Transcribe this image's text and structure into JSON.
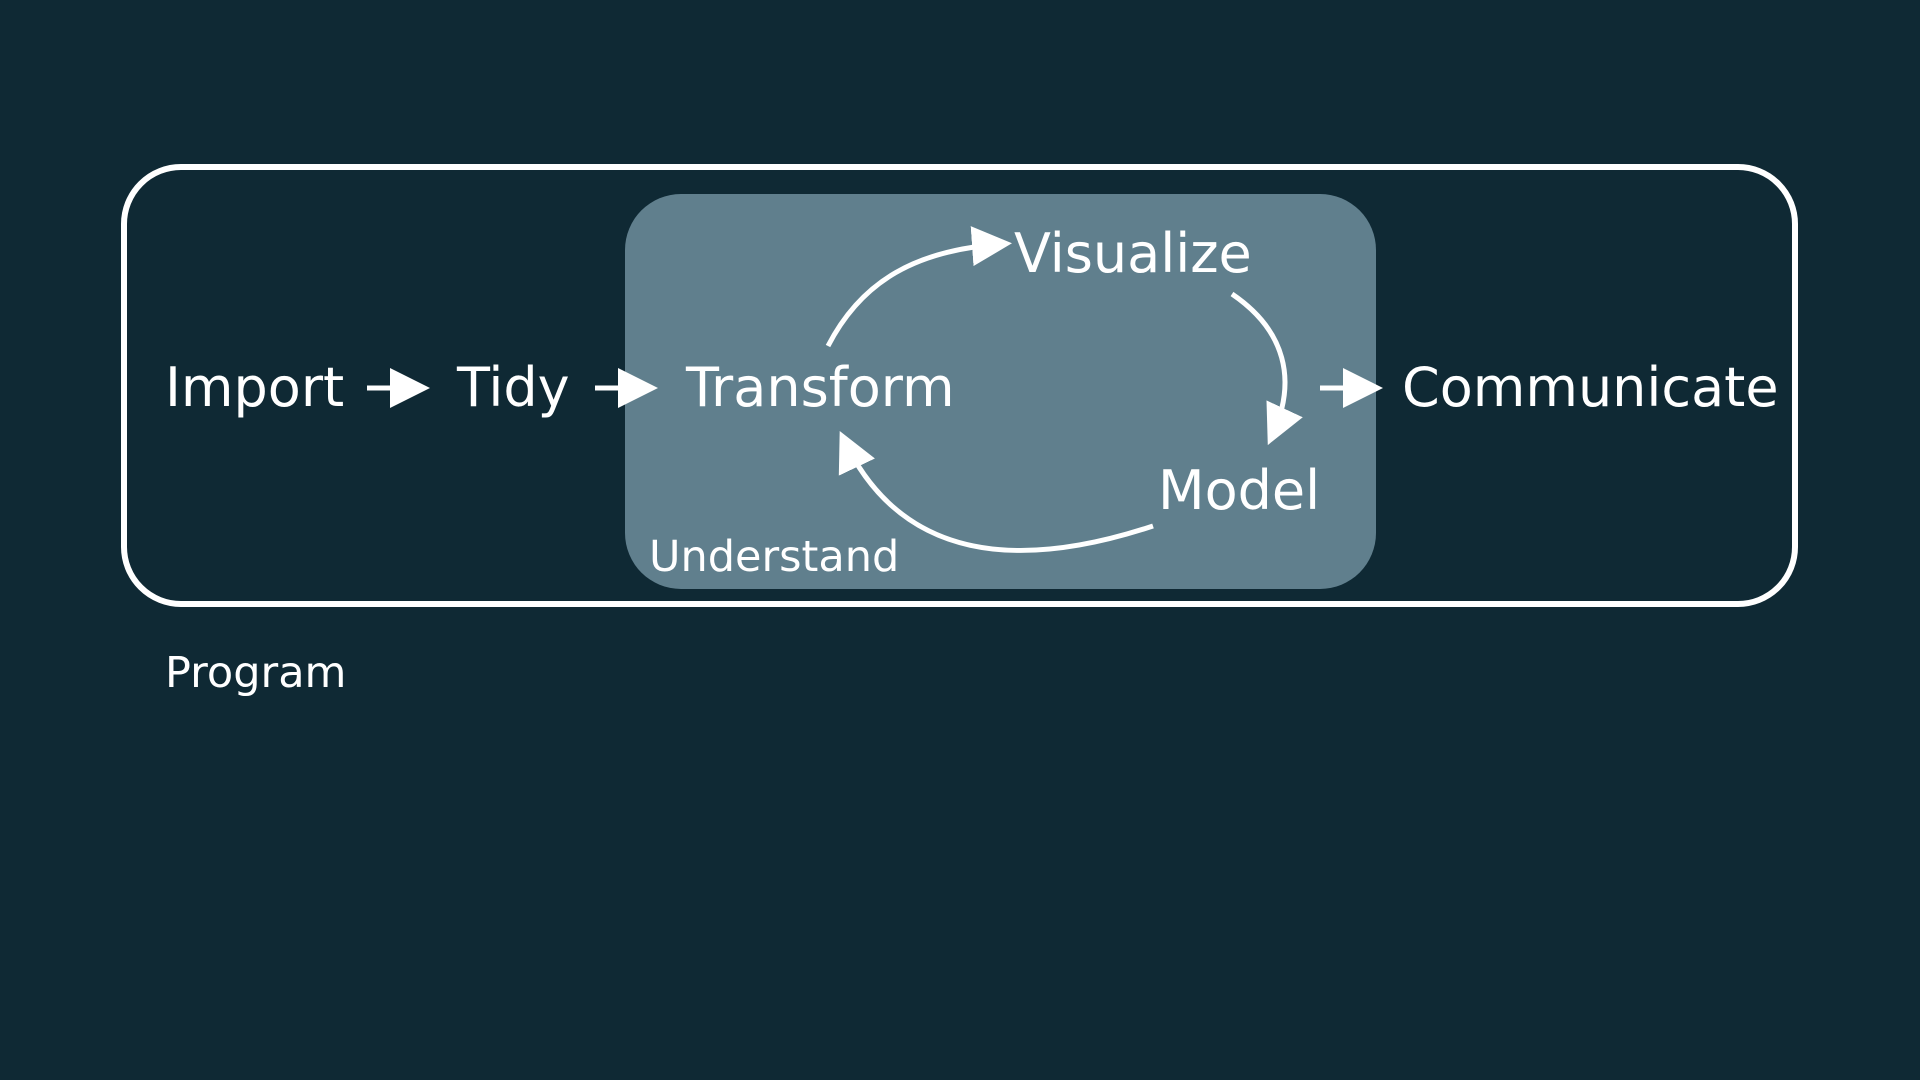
{
  "diagram": {
    "colors": {
      "background": "#0f2934",
      "understand_box": "#607f8d",
      "foreground": "#ffffff"
    },
    "nodes": {
      "import": "Import",
      "tidy": "Tidy",
      "transform": "Transform",
      "visualize": "Visualize",
      "model": "Model",
      "communicate": "Communicate"
    },
    "groups": {
      "understand": "Understand",
      "program": "Program"
    },
    "edges": [
      {
        "from": "Import",
        "to": "Tidy"
      },
      {
        "from": "Tidy",
        "to": "Transform"
      },
      {
        "from": "Transform",
        "to": "Visualize"
      },
      {
        "from": "Visualize",
        "to": "Model"
      },
      {
        "from": "Model",
        "to": "Transform"
      },
      {
        "from": "Understand",
        "to": "Communicate"
      }
    ]
  }
}
